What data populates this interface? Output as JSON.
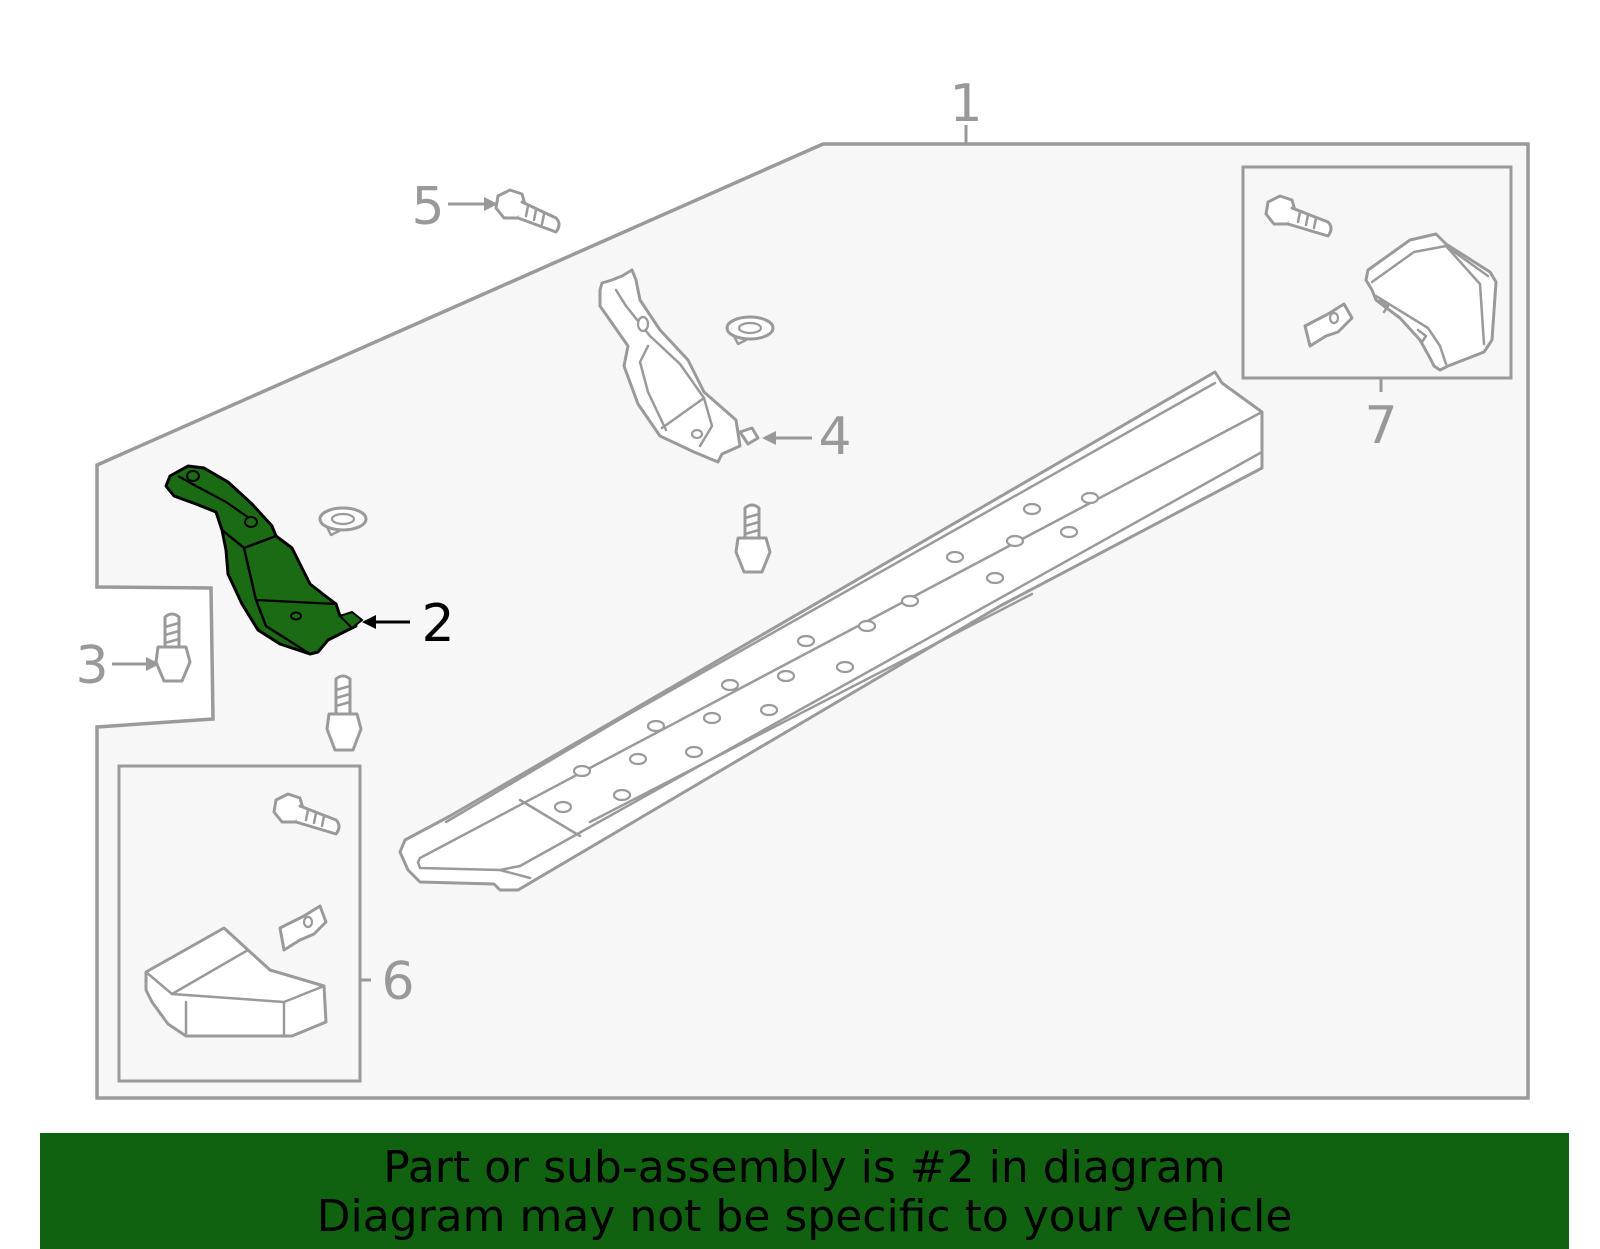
{
  "callouts": [
    "1",
    "2",
    "3",
    "4",
    "5",
    "6",
    "7"
  ],
  "highlighted_part": "2",
  "colors": {
    "highlight": "#116210",
    "highlight_part_fill": "#1a6b14",
    "line": "#9a9a9a",
    "panel": "#f7f7f7"
  },
  "banner": {
    "line1": "Part or sub-assembly is #2 in diagram",
    "line2": "Diagram may not be specific to your vehicle"
  }
}
